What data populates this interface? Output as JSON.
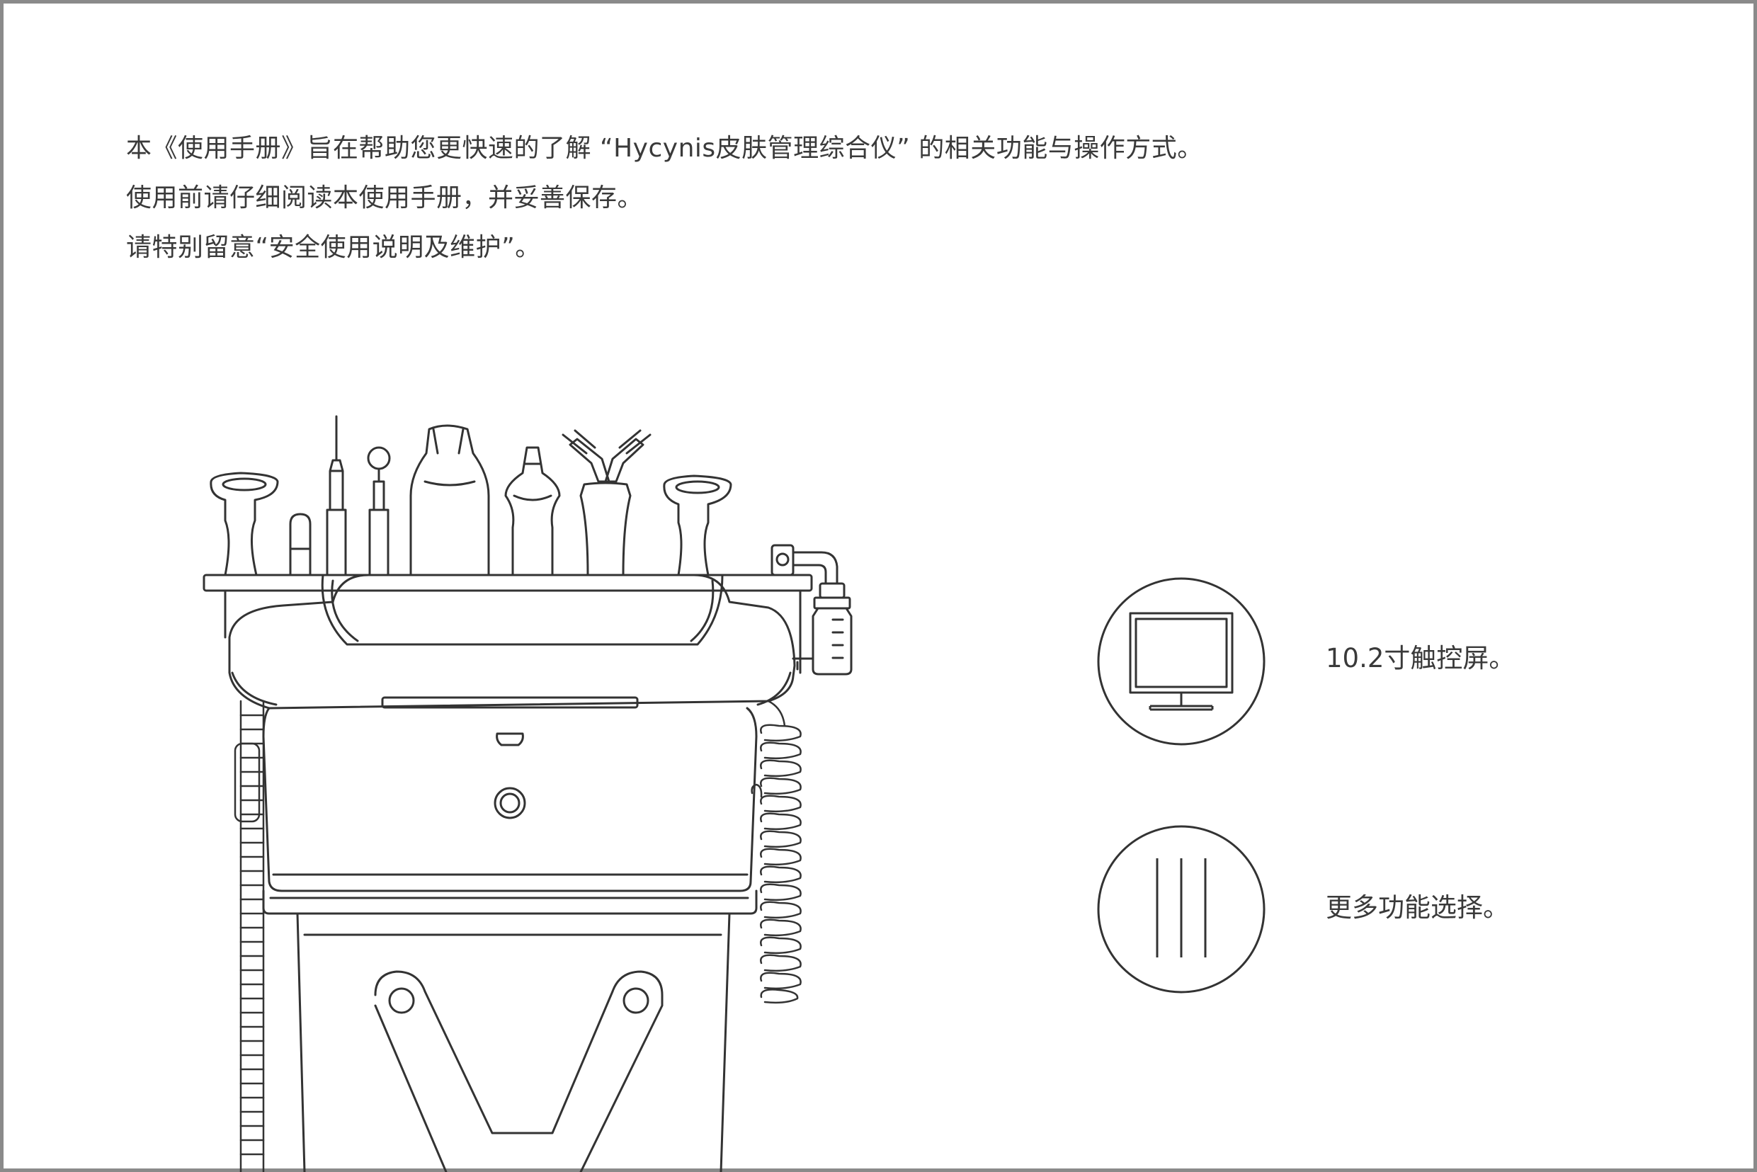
{
  "intro": {
    "lines": [
      "本《使用手册》旨在帮助您更快速的了解 “Hycynis皮肤管理综合仪” 的相关功能与操作方式。",
      "使用前请仔细阅读本使用手册，并妥善保存。",
      "请特别留意“安全使用说明及维护”。"
    ]
  },
  "features": [
    {
      "icon": "monitor-icon",
      "label": "10.2寸触控屏。"
    },
    {
      "icon": "three-lines-icon",
      "label": "更多功能选择。"
    }
  ],
  "colors": {
    "text": "#3a3a3a",
    "line_art": "#333333",
    "frame": "#8a8a8a"
  }
}
